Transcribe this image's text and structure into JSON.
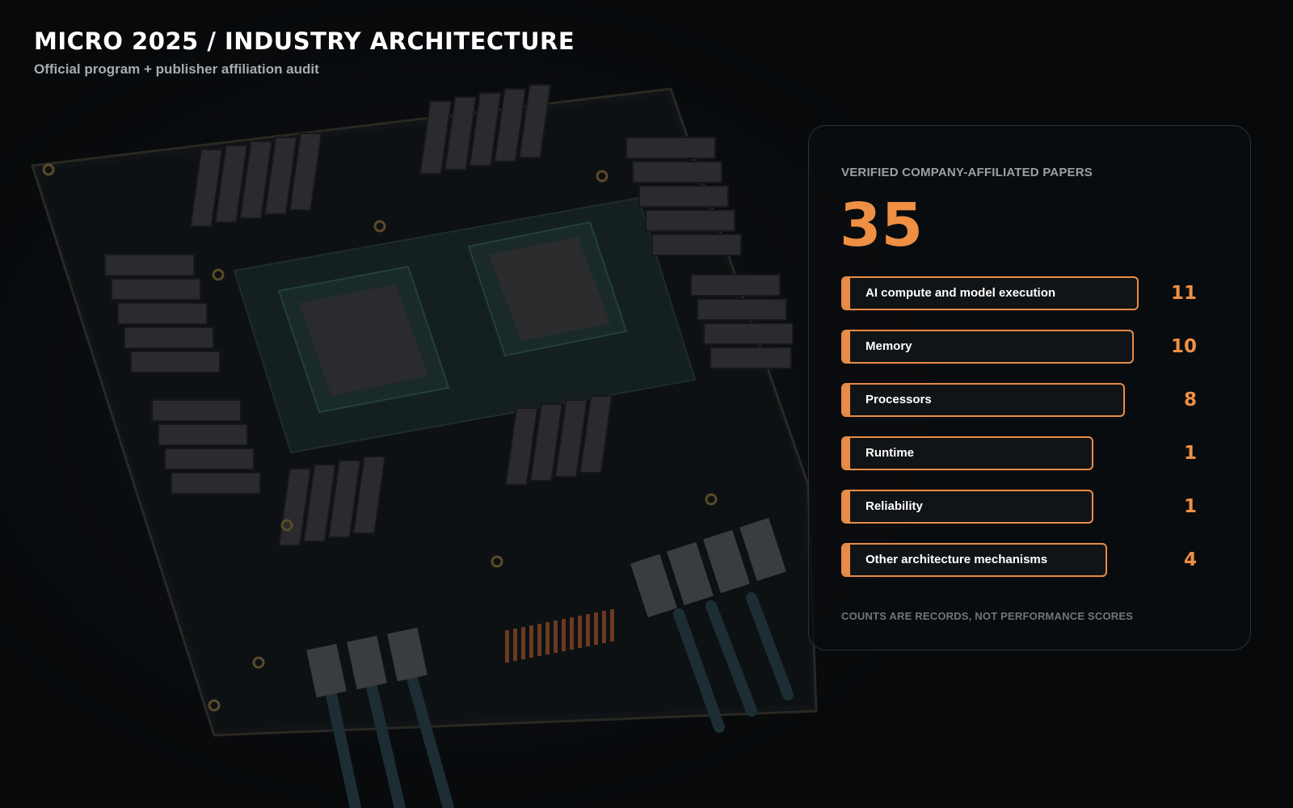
{
  "header": {
    "title": "MICRO 2025 / INDUSTRY ARCHITECTURE",
    "subtitle": "Official program + publisher affiliation audit"
  },
  "panel": {
    "label": "VERIFIED COMPANY-AFFILIATED PAPERS",
    "total": "35",
    "footnote": "COUNTS ARE RECORDS, NOT PERFORMANCE SCORES"
  },
  "colors": {
    "accent": "#e88c48",
    "background": "#07090b"
  },
  "chart_data": {
    "type": "bar",
    "orientation": "horizontal",
    "categories": [
      "AI compute and model execution",
      "Memory",
      "Processors",
      "Runtime",
      "Reliability",
      "Other architecture mechanisms"
    ],
    "values": [
      11,
      10,
      8,
      1,
      1,
      4
    ],
    "title": "VERIFIED COMPANY-AFFILIATED PAPERS",
    "total": 35
  }
}
